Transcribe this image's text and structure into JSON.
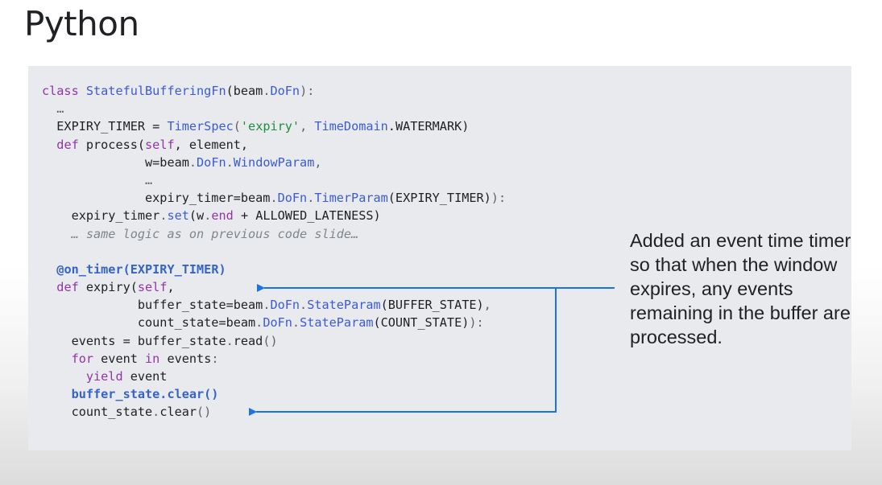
{
  "slide": {
    "title": "Python",
    "callout": "Added an event time timer so that when the window expires, any events remaining in the buffer are processed."
  },
  "code": {
    "l1": {
      "a": "class ",
      "b": "StatefulBufferingFn",
      "c": "(beam",
      "d": ".",
      "e": "DoFn",
      "f": "):"
    },
    "l2": {
      "a": "  …"
    },
    "l3": {
      "a": "  EXPIRY_TIMER = ",
      "b": "TimerSpec",
      "c": "(",
      "d": "'expiry'",
      "e": ", ",
      "f": "TimeDomain",
      "g": ".WATERMARK)"
    },
    "l4": {
      "a": "  ",
      "b": "def",
      "c": " process(",
      "d": "self",
      "e": ", element,"
    },
    "l5": {
      "a": "              w=beam",
      "b": ".",
      "c": "DoFn",
      "d": ".",
      "e": "WindowParam",
      "f": ","
    },
    "l6": {
      "a": "              …"
    },
    "l7": {
      "a": "              expiry_timer=beam",
      "b": ".",
      "c": "DoFn",
      "d": ".",
      "e": "TimerParam",
      "f": "(EXPIRY_TIMER)",
      "g": "):"
    },
    "l8": {
      "a": "    expiry_timer",
      "b": ".",
      "c": "set",
      "d": "(w",
      "e": ".",
      "f": "end",
      "g": " + ALLOWED_LATENESS)"
    },
    "l9": {
      "a": "    ",
      "b": "… same logic as on previous code slide…"
    },
    "l10": {
      "a": ""
    },
    "l11": {
      "a": "  ",
      "b": "@on_timer(EXPIRY_TIMER)"
    },
    "l12": {
      "a": "  ",
      "b": "def",
      "c": " expiry(",
      "d": "self",
      "e": ","
    },
    "l13": {
      "a": "             buffer_state=beam",
      "b": ".",
      "c": "DoFn",
      "d": ".",
      "e": "StateParam",
      "f": "(BUFFER_STATE)",
      "g": ","
    },
    "l14": {
      "a": "             count_state=beam",
      "b": ".",
      "c": "DoFn",
      "d": ".",
      "e": "StateParam",
      "f": "(COUNT_STATE)",
      "g": "):"
    },
    "l15": {
      "a": "    events = buffer_state",
      "b": ".",
      "c": "read",
      "d": "()"
    },
    "l16": {
      "a": "    ",
      "b": "for",
      "c": " event ",
      "d": "in",
      "e": " events",
      "f": ":"
    },
    "l17": {
      "a": "      ",
      "b": "yield",
      "c": " event"
    },
    "l18": {
      "a": "    ",
      "b": "buffer_state.clear()"
    },
    "l19": {
      "a": "    count_state",
      "b": ".",
      "c": "clear",
      "d": "()"
    }
  },
  "colors": {
    "keyword": "#9334a8",
    "type": "#3b5bd6",
    "string": "#1e8e3e",
    "decorator": "#3563c9",
    "arrow": "#1a73e8",
    "panel": "#e8eaed"
  }
}
